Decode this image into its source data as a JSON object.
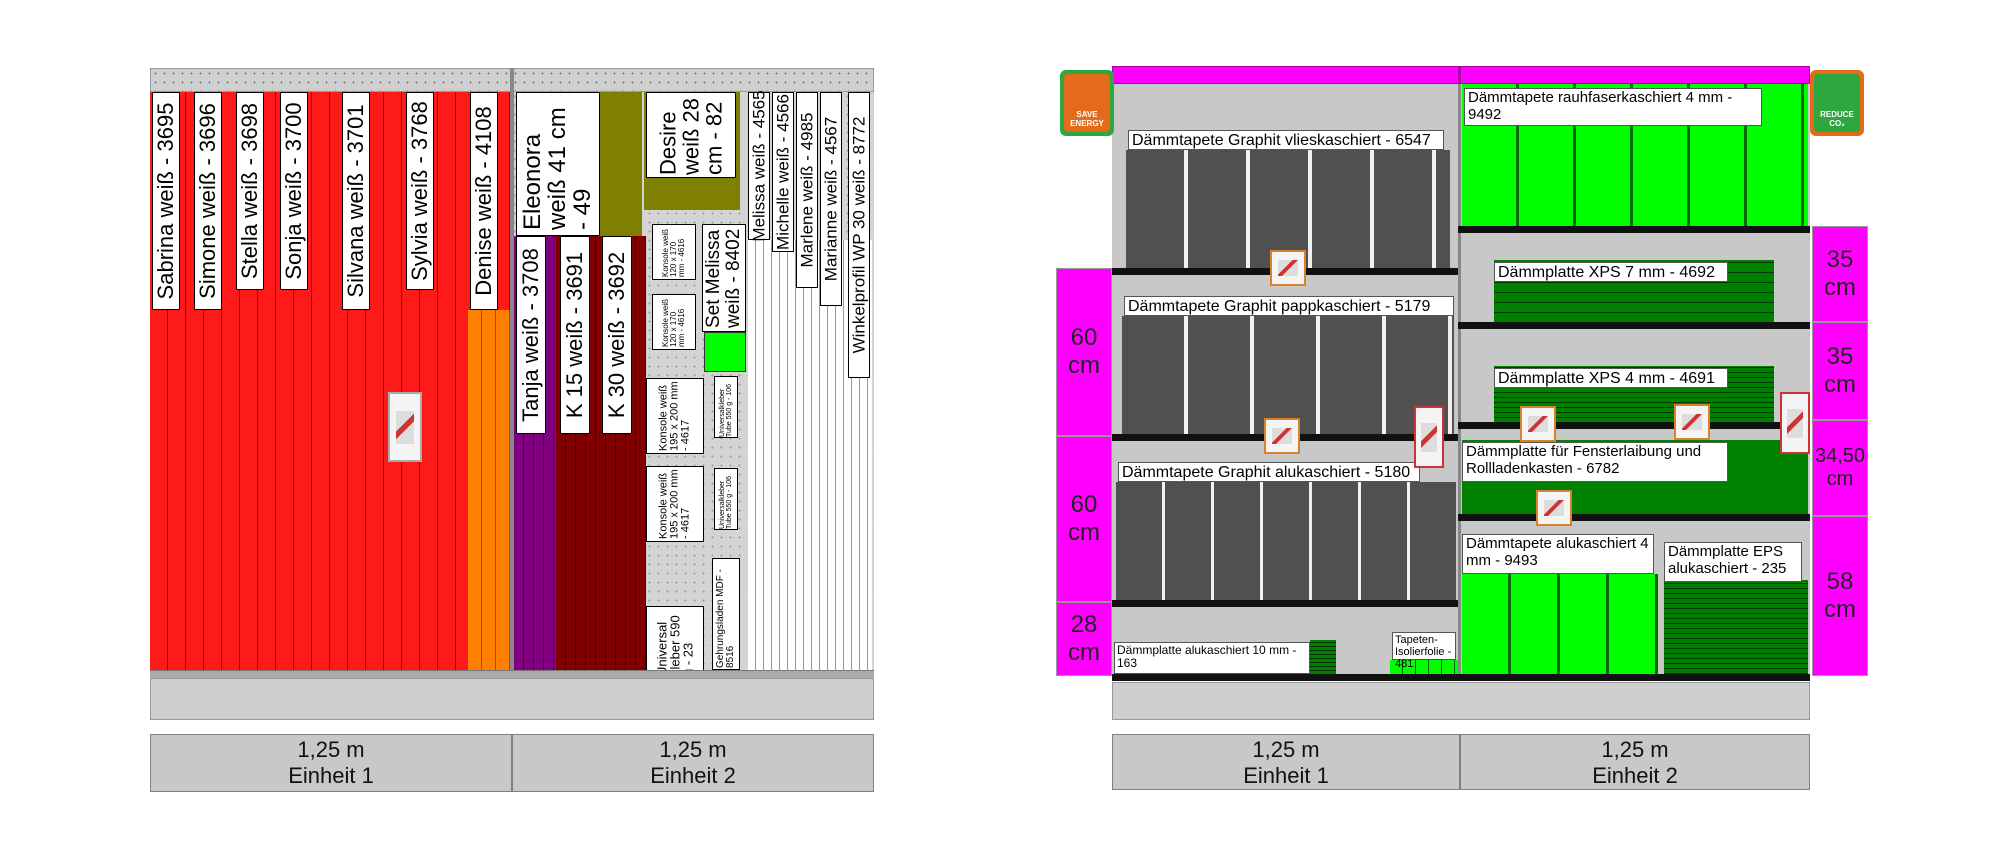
{
  "left_planogram": {
    "unit1_strips": [
      {
        "label": "Sabrina weiß - 3695",
        "color": "#ff1a1a"
      },
      {
        "label": "Simone weiß - 3696",
        "color": "#ff1a1a"
      },
      {
        "label": "Stella weiß - 3698",
        "color": "#ff1a1a"
      },
      {
        "label": "Sonja weiß - 3700",
        "color": "#ff1a1a"
      },
      {
        "label": "Silvana weiß - 3701",
        "color": "#ff1a1a"
      },
      {
        "label": "Sylvia weiß - 3768",
        "color": "#ff1a1a"
      },
      {
        "label": "Denise weiß - 4108",
        "color": "#ff8000"
      }
    ],
    "unit2_strips": [
      {
        "label": "Tanja weiß - 3708",
        "color": "#800080"
      },
      {
        "label": "K 15 weiß - 3691",
        "color": "#800000"
      },
      {
        "label": "K 30 weiß - 3692",
        "color": "#800000"
      }
    ],
    "eleonora": {
      "label": "Eleonora weiß 41 cm - 49",
      "color": "#808000"
    },
    "desire": {
      "label": "Desire weiß 28 cm - 82",
      "color": "#808000"
    },
    "small_items": [
      "Konsole weiß 120 x 170 mm - 4616",
      "Konsole weiß 120 x 170 mm - 4616",
      "Konsole weiß 195 x 200 mm - 4617",
      "Konsole weiß 195 x 200 mm - 4617",
      "Universalkleber Tube 550 g - 106",
      "Universalkleber Tube 550 g - 106",
      "Universal kleber 590 g - 23",
      "Gehrungsladen MDF - 8516"
    ],
    "set_melissa": "Set Melissa weiß - 8402",
    "right_strips": [
      "Melissa weiß - 4565",
      "Michelle weiß - 4566",
      "Marlene weiß - 4985",
      "Marianne weiß - 4567",
      "Winkelprofil WP 30 weiß - 8772"
    ],
    "units": [
      {
        "width": "1,25 m",
        "name": "Einheit 1"
      },
      {
        "width": "1,25 m",
        "name": "Einheit 2"
      }
    ]
  },
  "right_planogram": {
    "logos": {
      "left": "SAVE ENERGY",
      "right": "REDUCE CO₂"
    },
    "labels": {
      "graphit_vlies": "Dämmtapete Graphit vlieskaschiert - 6547",
      "graphit_papp": "Dämmtapete Graphit pappkaschiert - 5179",
      "graphit_alu": "Dämmtapete Graphit alukaschiert - 5180",
      "alu10": "Dämmplatte alukaschiert 10 mm - 163",
      "tapeten_isol": "Tapeten-Isolierfolie - 481",
      "rauhfaser": "Dämmtapete rauhfaserkaschiert 4 mm - 9492",
      "xps7": "Dämmplatte XPS 7 mm - 4692",
      "xps4": "Dämmplatte XPS 4 mm - 4691",
      "fenster": "Dämmplatte für Fensterlaibung und Rollladenkasten - 6782",
      "alu4": "Dämmtapete alukaschiert 4 mm - 9493",
      "eps": "Dämmplatte EPS alukaschiert - 235"
    },
    "left_dims": [
      "60 cm",
      "60 cm",
      "28 cm"
    ],
    "right_dims": [
      "35 cm",
      "35 cm",
      "34,50 cm",
      "58 cm"
    ],
    "units": [
      {
        "width": "1,25 m",
        "name": "Einheit 1"
      },
      {
        "width": "1,25 m",
        "name": "Einheit 2"
      }
    ]
  }
}
